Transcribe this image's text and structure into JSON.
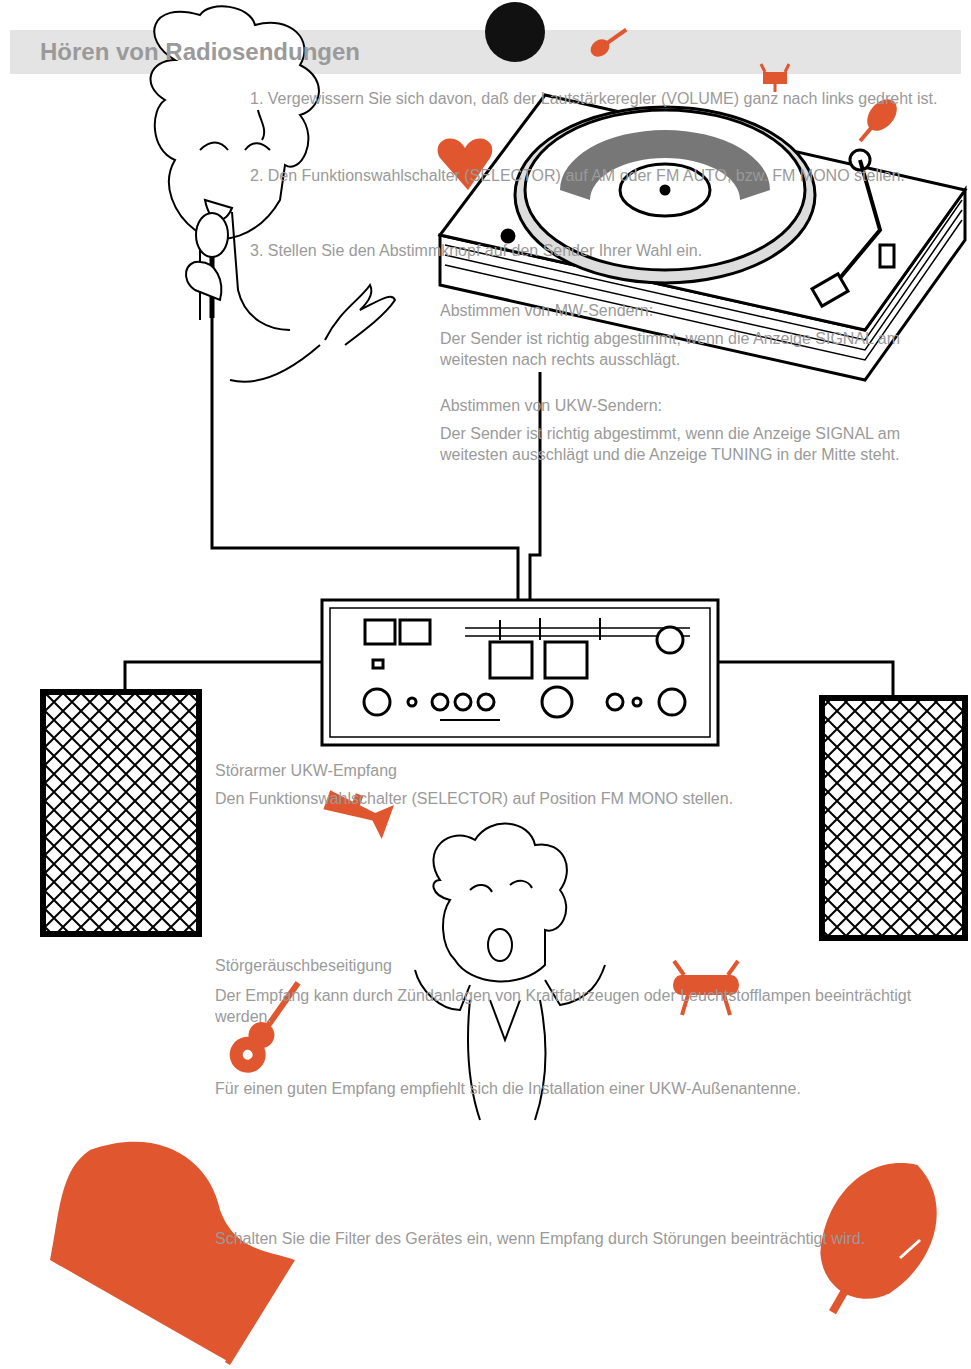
{
  "diagram": {
    "title": "Hören von Radiosendungen",
    "labels": [
      "1. Vergewissern Sie sich davon, daß der Lautstärkeregler (VOLUME) ganz nach links gedreht ist.",
      "2. Den Funktionswahlschalter (SELECTOR) auf AM oder FM AUTO, bzw. FM MONO stellen.",
      "3. Stellen Sie den Abstimmknopf auf den Sender Ihrer Wahl ein.",
      "Abstimmen von MW-Sendern:",
      "Der Sender ist richtig abgestimmt, wenn die Anzeige SIGNAL am weitesten nach rechts ausschlägt.",
      "Abstimmen von UKW-Sendern:",
      "Der Sender ist richtig abgestimmt, wenn die Anzeige SIGNAL am weitesten ausschlägt und die Anzeige TUNING in der Mitte steht.",
      "Störarmer UKW-Empfang",
      "Den Funktionswahlschalter (SELECTOR) auf Position FM MONO stellen.",
      "Störgeräuschbeseitigung",
      "Der Empfang kann durch Zündanlagen von Kraftfahrzeugen oder Leuchtstofflampen beeinträchtigt werden.",
      "Für einen guten Empfang empfiehlt sich die Installation einer UKW-Außenantenne.",
      "Schalten Sie die Filter des Gerätes ein, wenn Empfang durch Störungen beeinträchtigt wird."
    ]
  }
}
